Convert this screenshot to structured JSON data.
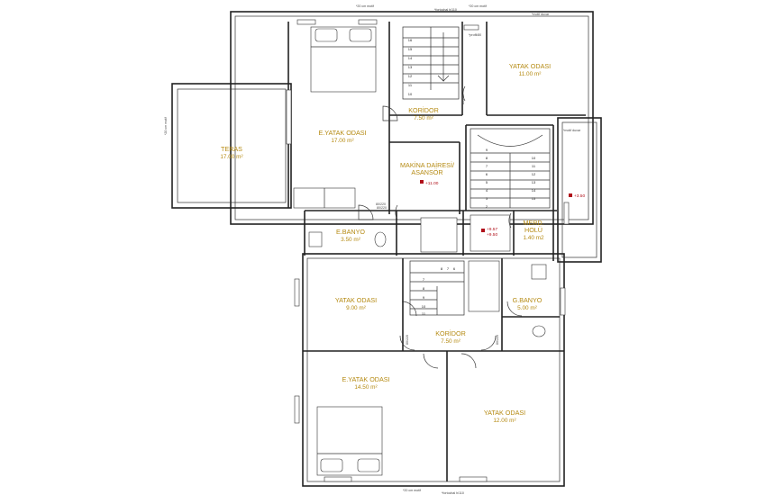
{
  "rooms": [
    {
      "id": "teras",
      "name": "TERAS",
      "area": "17.00 m²"
    },
    {
      "id": "e-yatak-1",
      "name": "E.YATAK ODASI",
      "area": "17.00 m²"
    },
    {
      "id": "koridor-1",
      "name": "KORİDOR",
      "area": "7.50 m²"
    },
    {
      "id": "yatak-1",
      "name": "YATAK ODASI",
      "area": "11.00 m²"
    },
    {
      "id": "makina",
      "name": "MAKİNA DAİRESİ/",
      "name2": "ASANSÖR",
      "area": ""
    },
    {
      "id": "e-banyo",
      "name": "E.BANYO",
      "area": "3.50 m²"
    },
    {
      "id": "merd-hol",
      "name": "MERD.",
      "name2": "HOLÜ",
      "area": "1.40 m2"
    },
    {
      "id": "yatak-2",
      "name": "YATAK ODASI",
      "area": "9.00 m²"
    },
    {
      "id": "g-banyo",
      "name": "G.BANYO",
      "area": "5.00 m²"
    },
    {
      "id": "koridor-2",
      "name": "KORİDOR",
      "area": "7.50 m²"
    },
    {
      "id": "e-yatak-2",
      "name": "E.YATAK ODASI",
      "area": "14.50 m²"
    },
    {
      "id": "yatak-3",
      "name": "YATAK ODASI",
      "area": "12.00 m²"
    }
  ],
  "levels": {
    "makina": "+11.00",
    "merd_a": "+9.57",
    "merd_b": "+9.50",
    "right": "+3.50"
  },
  "notes": {
    "top_a": "*20 cm motif",
    "top_b": "*20 cm motif",
    "top_c": "*motif duvar",
    "top_d": "*profil/80",
    "top_e": "*fortochal h/110",
    "left": "*20 cm motif",
    "right": "*motif duvar",
    "bottom_a": "*20 cm motif",
    "bottom_b": "*fortochal h/110"
  },
  "stairs": {
    "upper": [
      "16",
      "15",
      "14",
      "13",
      "12",
      "11",
      "10"
    ],
    "middle": [
      "9",
      "8",
      "7",
      "6",
      "5",
      "4",
      "3",
      "2",
      "1"
    ],
    "middle_b": [
      "10",
      "11",
      "12",
      "13",
      "14",
      "15",
      "16"
    ],
    "lower": [
      "8",
      "7",
      "6",
      "5",
      "4",
      "3"
    ],
    "lower_b": [
      "7",
      "8",
      "9",
      "10",
      "11"
    ]
  },
  "door_notes": {
    "d1": "80/220",
    "d2": "80/220",
    "d3": "80/220",
    "d4": "80/220",
    "d5": "80/220"
  }
}
